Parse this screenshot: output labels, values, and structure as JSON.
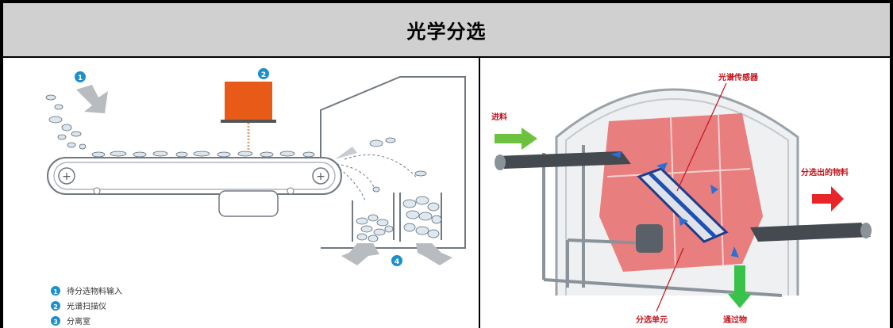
{
  "header": {
    "title": "光学分选"
  },
  "left_panel": {
    "markers": [
      "1",
      "2",
      "4"
    ],
    "legend": [
      {
        "num": "1",
        "text": "待分选物料输入"
      },
      {
        "num": "2",
        "text": "光谱扫描仪"
      },
      {
        "num": "3",
        "text": "分离室"
      }
    ]
  },
  "right_panel": {
    "labels": {
      "sensor": "光谱传感器",
      "feed": "进料",
      "sorted_out": "分选出的物料",
      "sort_unit": "分选单元",
      "pass_through": "通过物"
    }
  },
  "colors": {
    "scanner": "#e85a17",
    "legend_circle": "#1d8fc9",
    "feed_arrow": "#6cc23f",
    "out_arrow": "#e8262a",
    "pass_arrow": "#39c24a",
    "label_red": "#c0141c",
    "chamber": "#e86a6a"
  }
}
